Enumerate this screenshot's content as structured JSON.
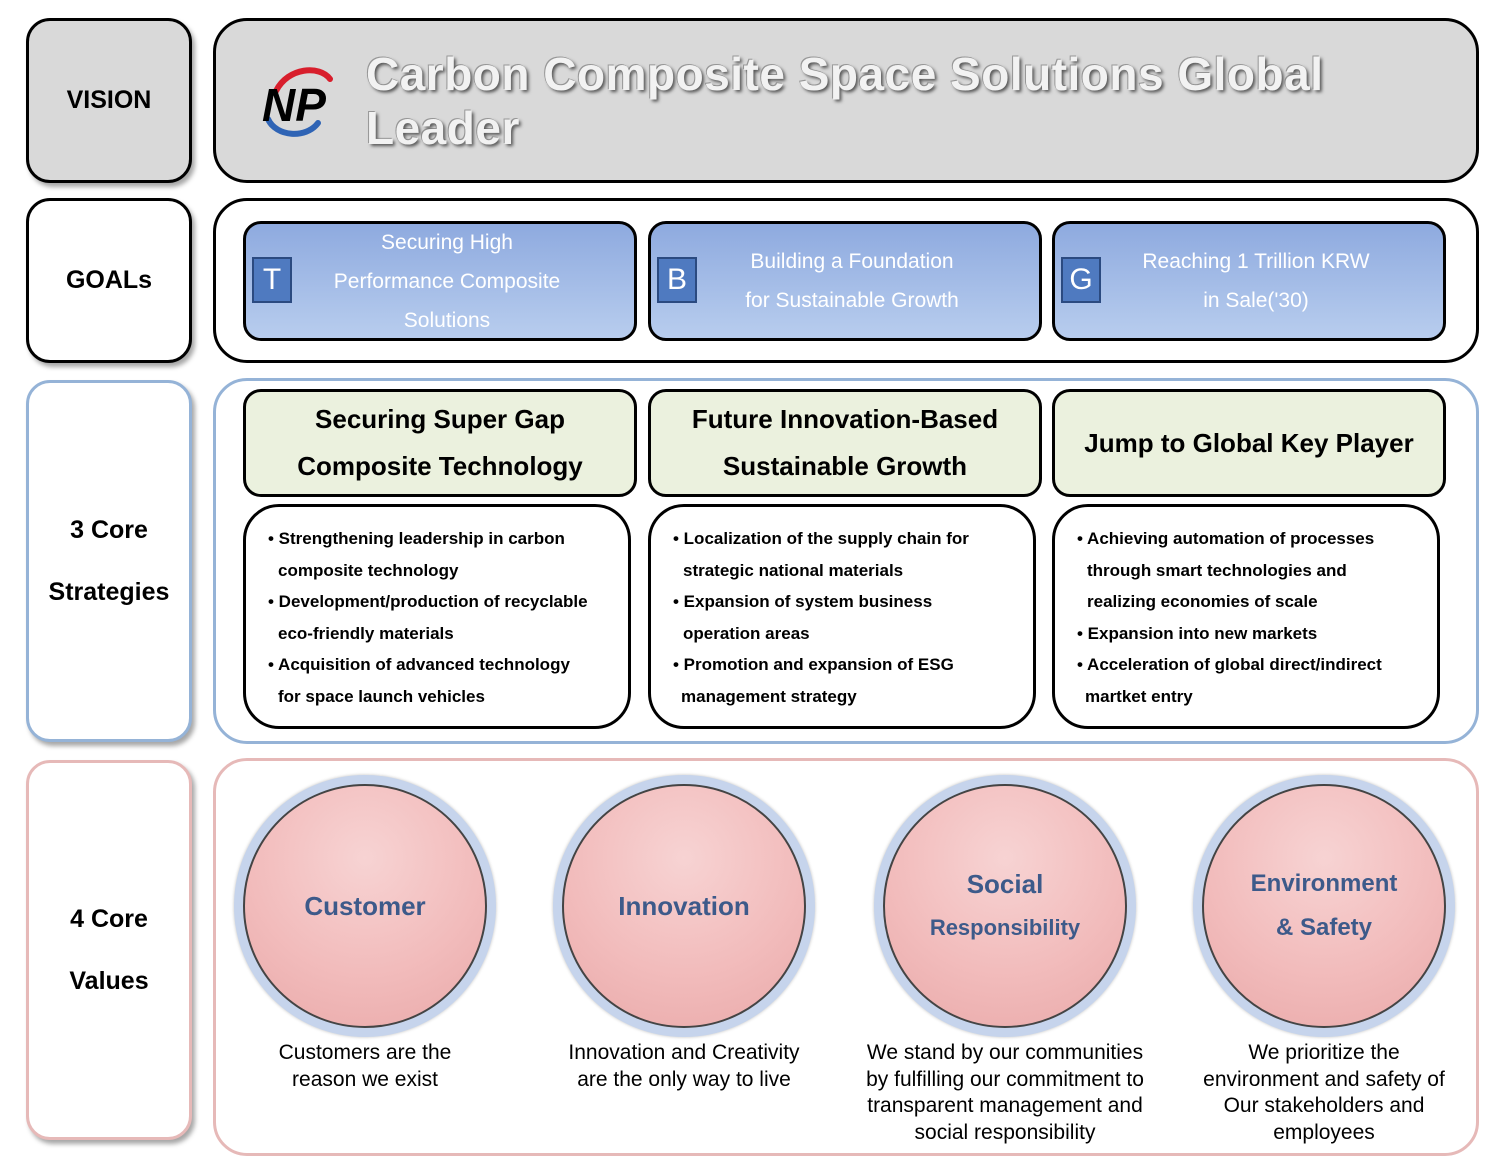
{
  "vision": {
    "label": "VISION",
    "logo_text": "NP",
    "statement": "Carbon Composite Space Solutions Global Leader"
  },
  "goals": {
    "label": "GOALs",
    "items": [
      {
        "letter": "T",
        "lines": [
          "Securing High",
          "Performance Composite",
          "Solutions"
        ]
      },
      {
        "letter": "B",
        "lines": [
          "Building a Foundation",
          "for Sustainable Growth"
        ]
      },
      {
        "letter": "G",
        "lines": [
          "Reaching 1 Trillion KRW",
          "in Sale('30)"
        ]
      }
    ]
  },
  "strategies": {
    "label_lines": [
      "3 Core",
      "Strategies"
    ],
    "items": [
      {
        "title_lines": [
          "Securing Super Gap",
          "Composite Technology"
        ],
        "bullets": [
          "• Strengthening leadership in carbon",
          "   composite technology",
          "• Development/production of recyclable",
          "   eco-friendly materials",
          "• Acquisition of advanced technology",
          "   for space launch vehicles"
        ]
      },
      {
        "title_lines": [
          "Future Innovation-Based",
          "Sustainable Growth"
        ],
        "bullets": [
          "• Localization of the supply chain for",
          "   strategic national materials",
          "• Expansion of system business",
          "   operation areas",
          "• Promotion and expansion of ESG",
          "  management strategy"
        ]
      },
      {
        "title_lines": [
          "Jump to Global Key Player"
        ],
        "bullets": [
          "• Achieving automation of processes",
          "   through smart technologies and",
          "   realizing economies of scale",
          "• Expansion into new markets",
          "• Acceleration of global direct/indirect",
          "  martket entry"
        ]
      }
    ]
  },
  "values": {
    "label_lines": [
      "4 Core",
      "Values"
    ],
    "items": [
      {
        "name_lines": [
          "Customer"
        ],
        "desc_lines": [
          "Customers are the",
          "reason we exist"
        ]
      },
      {
        "name_lines": [
          "Innovation"
        ],
        "desc_lines": [
          "Innovation and Creativity",
          "are the only way to live"
        ]
      },
      {
        "name_lines": [
          "Social",
          "Responsibility"
        ],
        "desc_lines": [
          "We stand by our communities",
          "by fulfilling our commitment to",
          "transparent management and",
          "social responsibility"
        ]
      },
      {
        "name_lines": [
          "Environment",
          "& Safety"
        ],
        "desc_lines": [
          "We prioritize the",
          "environment and safety of",
          "Our stakeholders and",
          "employees"
        ]
      }
    ]
  },
  "colors": {
    "vision_bg": "#d9d9d9",
    "goal_fill": "#9bb7e6",
    "goal_letter_fill": "#4f7ac0",
    "strategy_head_fill": "#ebf1de",
    "strategy_border": "#95b3d7",
    "values_border": "#e6b9b8",
    "circle_fill": "#f2bcbc",
    "circle_text": "#3d5a8a",
    "logo_red": "#d81e2c",
    "logo_blue": "#2f64b5"
  }
}
